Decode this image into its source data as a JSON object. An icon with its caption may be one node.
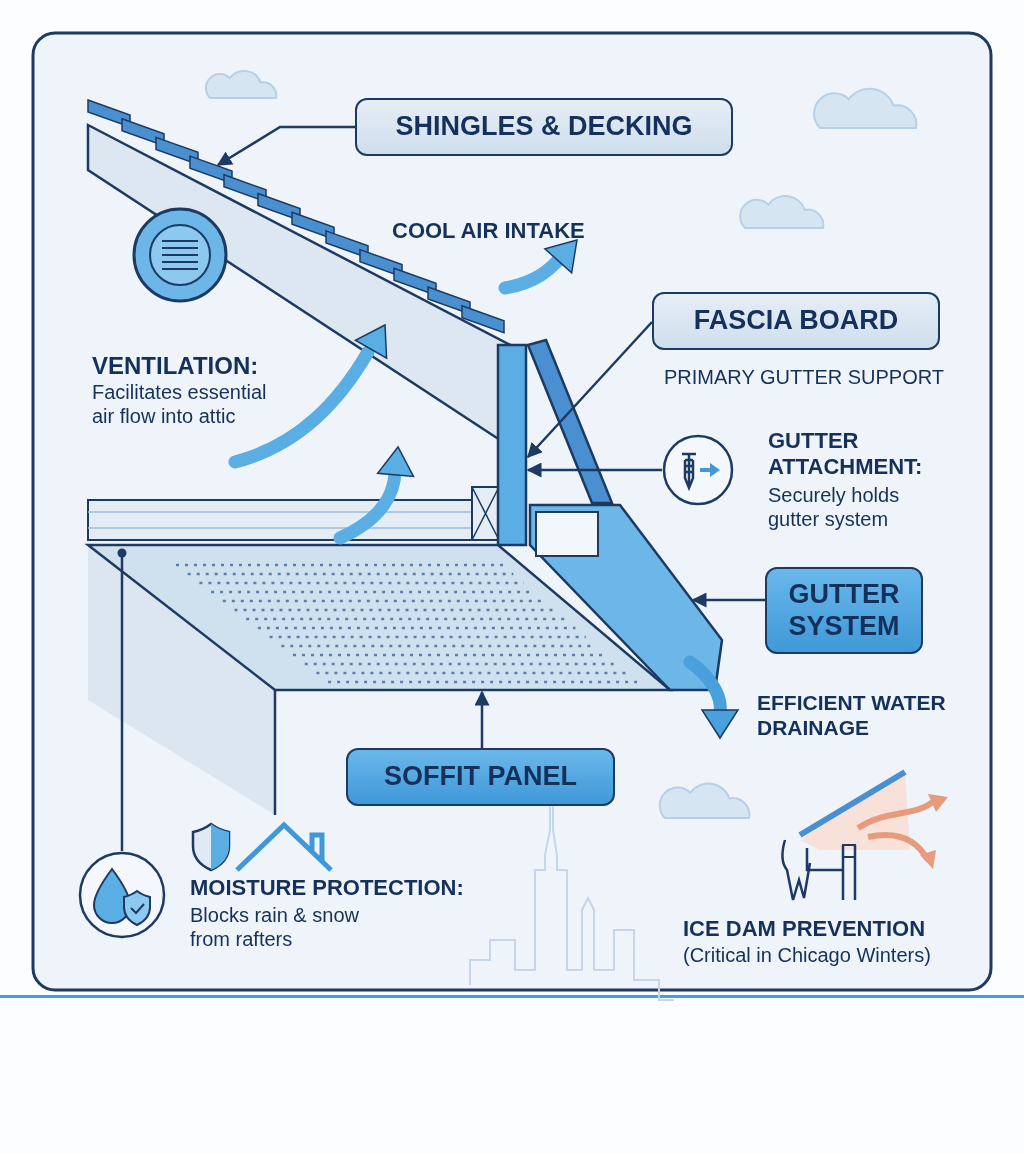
{
  "diagram": {
    "nodes": [
      {
        "text": [
          "SHINGLES & DECKING"
        ]
      },
      {
        "text": [
          "FASCIA BOARD"
        ],
        "beside": [
          "PRIMARY GUTTER SUPPORT"
        ]
      },
      {
        "text": [
          "GUTTER ATTACHMENT:",
          "Securely holds gutter system"
        ]
      },
      {
        "text": [
          "GUTTER SYSTEM"
        ]
      },
      {
        "text": [
          "SOFFIT PANEL"
        ]
      },
      {
        "text": [
          "MOISTURE PROTECTION:",
          "Blocks rain & snow from rafters"
        ]
      },
      {
        "text": [],
        "shape": "picture"
      },
      {
        "text": [],
        "shape": "bar"
      },
      {
        "text": [],
        "shape": "picture"
      },
      {
        "text": [],
        "shape": "picture"
      },
      {
        "text": [],
        "shape": "picture"
      }
    ],
    "edges": [
      {
        "from": 0,
        "to": 6,
        "arrow": "to"
      },
      {
        "from": 1,
        "to": 7,
        "arrow": "to"
      },
      {
        "from": 2,
        "to": 7,
        "arrow": "to"
      },
      {
        "from": 3,
        "to": 8,
        "arrow": "to"
      },
      {
        "from": 4,
        "to": 9,
        "arrow": "to"
      },
      {
        "from": 5,
        "to": 9,
        "arrow": "other"
      }
    ],
    "labels": [
      "COOL AIR INTAKE",
      "VENTILATION:",
      "Facilitates essential air flow into attic",
      "EFFICIENT WATER DRAINAGE",
      "ICE DAM PREVENTION",
      "(Critical in Chicago Winters)"
    ]
  }
}
